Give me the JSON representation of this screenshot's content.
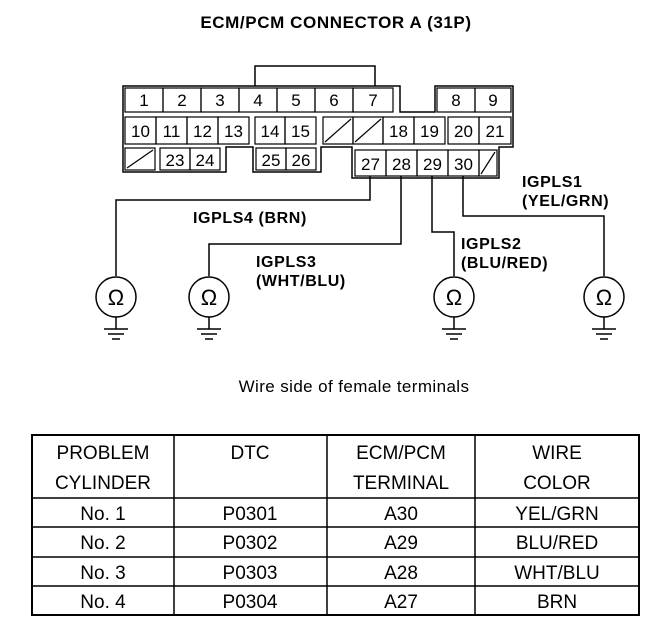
{
  "title": "ECM/PCM CONNECTOR A (31P)",
  "subtitle": "Wire side of female terminals",
  "pins": {
    "p1": "1",
    "p2": "2",
    "p3": "3",
    "p4": "4",
    "p5": "5",
    "p6": "6",
    "p7": "7",
    "p8": "8",
    "p9": "9",
    "p10": "10",
    "p11": "11",
    "p12": "12",
    "p13": "13",
    "p14": "14",
    "p15": "15",
    "p18": "18",
    "p19": "19",
    "p20": "20",
    "p21": "21",
    "p23": "23",
    "p24": "24",
    "p25": "25",
    "p26": "26",
    "p27": "27",
    "p28": "28",
    "p29": "29",
    "p30": "30"
  },
  "labels": {
    "igpls1_name": "IGPLS1",
    "igpls1_color": "(YEL/GRN)",
    "igpls2_name": "IGPLS2",
    "igpls2_color": "(BLU/RED)",
    "igpls3_name": "IGPLS3",
    "igpls3_color": "(WHT/BLU)",
    "igpls4": "IGPLS4 (BRN)"
  },
  "ohm_symbol": "Ω",
  "table": {
    "headers": [
      [
        "PROBLEM",
        "CYLINDER"
      ],
      [
        "DTC",
        ""
      ],
      [
        "ECM/PCM",
        "TERMINAL"
      ],
      [
        "WIRE",
        "COLOR"
      ]
    ],
    "rows": [
      [
        "No. 1",
        "P0301",
        "A30",
        "YEL/GRN"
      ],
      [
        "No. 2",
        "P0302",
        "A29",
        "BLU/RED"
      ],
      [
        "No. 3",
        "P0303",
        "A28",
        "WHT/BLU"
      ],
      [
        "No. 4",
        "P0304",
        "A27",
        "BRN"
      ]
    ]
  }
}
